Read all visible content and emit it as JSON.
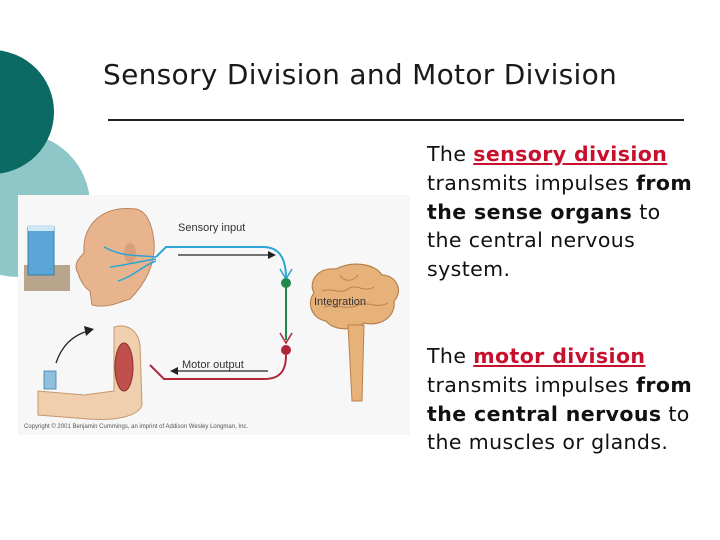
{
  "slide": {
    "title": "Sensory Division and Motor Division"
  },
  "figure": {
    "sensory_label": "Sensory input",
    "integration_label": "Integration",
    "motor_label": "Motor output",
    "copyright": "Copyright © 2001 Benjamin Cummings, an imprint of Addison Wesley Longman, Inc."
  },
  "text": {
    "sensory": {
      "p1": "The ",
      "highlight": "sensory division ",
      "p2": "transmits impulses ",
      "bold1": "from the sense organs",
      "p3": " to the central nervous system."
    },
    "motor": {
      "p1": "The ",
      "highlight": "motor division",
      "p2": " transmits impulses ",
      "bold1": "from the central nervous",
      "p3": " to the muscles or glands."
    }
  },
  "colors": {
    "accent_dark_teal": "#0b6a63",
    "accent_light_teal": "#8fc7c9",
    "highlight_red": "#c8102e",
    "sensory_nerve": "#2aa5d6",
    "motor_nerve": "#b0263a"
  }
}
